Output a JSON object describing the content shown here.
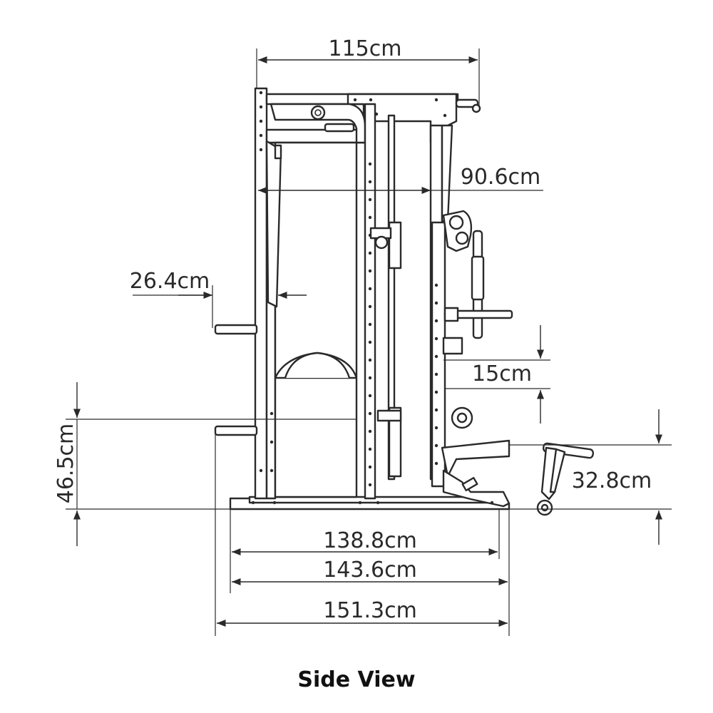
{
  "caption": "Side View",
  "dimensions": {
    "top_width": "115cm",
    "inner_depth": "90.6cm",
    "post_offset": "26.4cm",
    "lower_height": "46.5cm",
    "step": "15cm",
    "foot_height": "32.8cm",
    "base_inner": "138.8cm",
    "base_mid": "143.6cm",
    "base_total": "151.3cm"
  }
}
